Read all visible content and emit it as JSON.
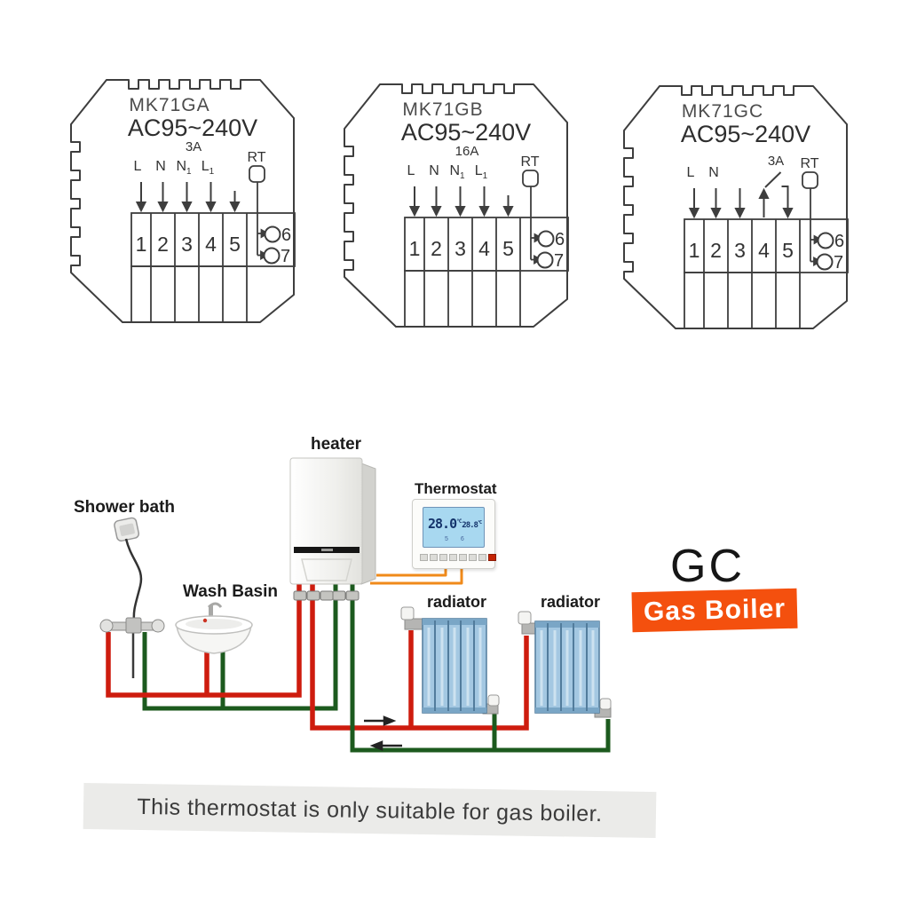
{
  "modules": [
    {
      "model": "MK71GA",
      "voltage": "AC95~240V",
      "amperage": "3A",
      "variant": "direct",
      "wire_labels": [
        {
          "t": "L",
          "sub": ""
        },
        {
          "t": "N",
          "sub": ""
        },
        {
          "t": "N",
          "sub": "1"
        },
        {
          "t": "L",
          "sub": "1"
        }
      ],
      "terminals": [
        "1",
        "2",
        "3",
        "4",
        "5"
      ],
      "sensor_label": "RT",
      "sensor_terminals": [
        "6",
        "7"
      ]
    },
    {
      "model": "MK71GB",
      "voltage": "AC95~240V",
      "amperage": "16A",
      "variant": "direct",
      "wire_labels": [
        {
          "t": "L",
          "sub": ""
        },
        {
          "t": "N",
          "sub": ""
        },
        {
          "t": "N",
          "sub": "1"
        },
        {
          "t": "L",
          "sub": "1"
        }
      ],
      "terminals": [
        "1",
        "2",
        "3",
        "4",
        "5"
      ],
      "sensor_label": "RT",
      "sensor_terminals": [
        "6",
        "7"
      ]
    },
    {
      "model": "MK71GC",
      "voltage": "AC95~240V",
      "amperage": "3A",
      "variant": "switched",
      "wire_labels": [
        {
          "t": "L",
          "sub": ""
        },
        {
          "t": "N",
          "sub": ""
        }
      ],
      "terminals": [
        "1",
        "2",
        "3",
        "4",
        "5"
      ],
      "sensor_label": "RT",
      "sensor_terminals": [
        "6",
        "7"
      ]
    }
  ],
  "scene": {
    "labels": {
      "heater": "heater",
      "thermostat": "Thermostat",
      "shower": "Shower bath",
      "basin": "Wash Basin",
      "radiator1": "radiator",
      "radiator2": "radiator"
    },
    "thermostat": {
      "main_temp": "28.0",
      "set_temp": "28.8",
      "unit": "°C",
      "sub_marks": "5 6"
    },
    "colors": {
      "hot_pipe": "#ce1c0e",
      "return_pipe": "#1c5a1e",
      "gas_pipe": "#e2821c",
      "signal_wire": "#f08a1a",
      "radiator": "#a4c8e2"
    }
  },
  "callout": {
    "code": "GC",
    "banner": "Gas Boiler",
    "banner_bg": "#f4500e"
  },
  "caption": {
    "text": "This thermostat is only suitable for gas boiler.",
    "bg": "#ebebe9"
  }
}
